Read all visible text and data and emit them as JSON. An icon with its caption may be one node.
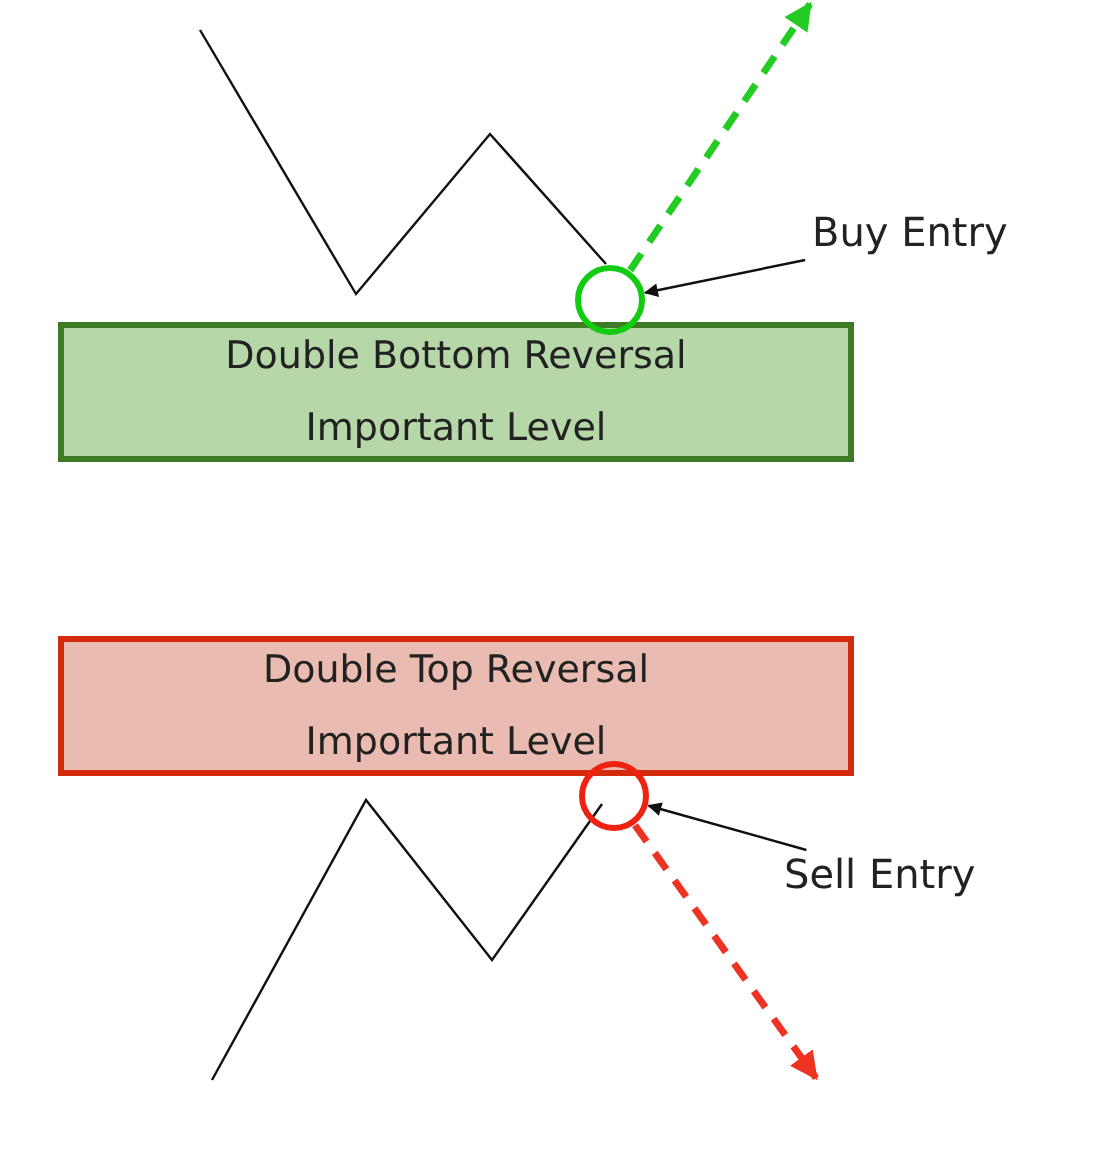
{
  "diagram": {
    "nodes": [
      {
        "text": [
          "Double Bottom Reversal Important Level"
        ]
      },
      {
        "text": [],
        "shape": "circle"
      },
      {
        "text": [
          "Buy Entry"
        ]
      },
      {
        "text": [
          "Double Top Reversal Important Level"
        ]
      },
      {
        "text": [],
        "shape": "circle"
      },
      {
        "text": [
          "Sell Entry"
        ]
      }
    ],
    "edges": [
      {
        "from": 1,
        "to": null,
        "arrow": "to",
        "style": "dashed",
        "color": "#22cc22"
      },
      {
        "from": 2,
        "to": 1,
        "arrow": "to"
      },
      {
        "from": 4,
        "to": null,
        "arrow": "to",
        "style": "dashed",
        "color": "#ee3322"
      },
      {
        "from": 5,
        "to": 4,
        "arrow": "to"
      }
    ]
  }
}
